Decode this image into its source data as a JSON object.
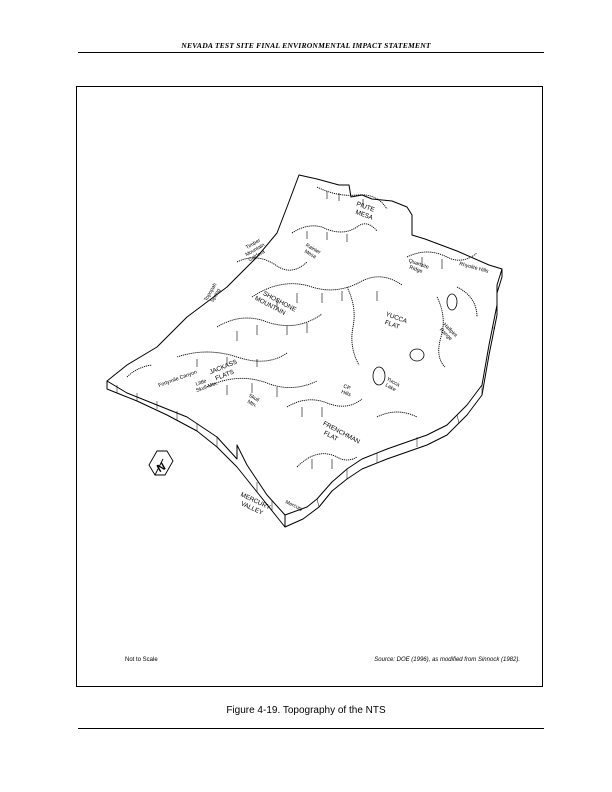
{
  "header": {
    "title": "NEVADA TEST SITE FINAL ENVIRONMENTAL IMPACT STATEMENT"
  },
  "figure": {
    "labels": {
      "piute_mesa": [
        "PIUTE",
        "MESA"
      ],
      "timber_mountain": [
        "Timber",
        "Mountain",
        "Caldera"
      ],
      "rainier_mesa": [
        "Rainier",
        "Mesa"
      ],
      "quartzite_ridge": [
        "Quartzite",
        "Ridge"
      ],
      "rhyolite_hills": "Rhyolite Hills",
      "yucca_flat": [
        "YUCCA",
        "FLAT"
      ],
      "shoshone_mountain": [
        "SHOSHONE",
        "MOUNTAIN"
      ],
      "topopah_spring": [
        "Topopah",
        "Spring"
      ],
      "halfpint_range": [
        "Halfpint",
        "Range"
      ],
      "fortymile_canyon": "Fortymile Canyon",
      "jackass_flats": [
        "JACKASS",
        "FLATS"
      ],
      "little_skull_mtn": [
        "Little",
        "Skull Mtn."
      ],
      "skull_mtn": [
        "Skull",
        "Mtn."
      ],
      "yucca_lake": [
        "Yucca",
        "Lake"
      ],
      "frenchman_flat": [
        "FRENCHMAN",
        "FLAT"
      ],
      "mercury_valley": [
        "MERCURY",
        "VALLEY"
      ],
      "mercury": "Mercury",
      "cp_hills": [
        "CP",
        "Hills"
      ],
      "north_arrow": "N"
    },
    "not_to_scale": "Not to Scale",
    "source": "Source: DOE (1996), as modified from Sinnock (1982)."
  },
  "caption": "Figure 4-19.  Topography of the NTS"
}
